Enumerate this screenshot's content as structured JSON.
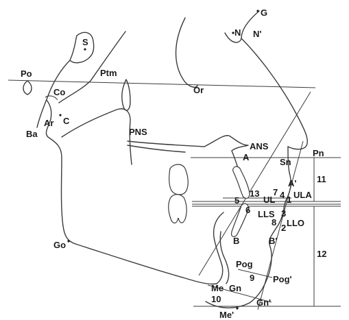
{
  "landmarks": {
    "G": "G",
    "N": "N",
    "N_soft": "N'",
    "S": "S",
    "Po": "Po",
    "Ptm": "Ptm",
    "Or": "Or",
    "Co": "Co",
    "Ar": "Ar",
    "C": "C",
    "Ba": "Ba",
    "PNS": "PNS",
    "ANS": "ANS",
    "Pn": "Pn",
    "A": "A",
    "Sn": "Sn",
    "A_soft": "A'",
    "ULA": "ULA",
    "UL": "UL",
    "LLS": "LLS",
    "LLO": "LLO",
    "B": "B",
    "B_soft": "B'",
    "Go": "Go",
    "Pog": "Pog",
    "Pog_soft": "Pog'",
    "Me": "Me",
    "Gn": "Gn",
    "Gn_soft": "Gn'",
    "Me_soft": "Me'"
  },
  "measurements": {
    "m1": "1",
    "m2": "2",
    "m3": "3",
    "m4": "4",
    "m5": "5",
    "m6": "6",
    "m7": "7",
    "m8": "8",
    "m9": "9",
    "m10": "10",
    "m11": "11",
    "m12": "12",
    "m13": "13"
  },
  "stroke_color": "#3a3a3a",
  "label_color": "#1a1a1a"
}
